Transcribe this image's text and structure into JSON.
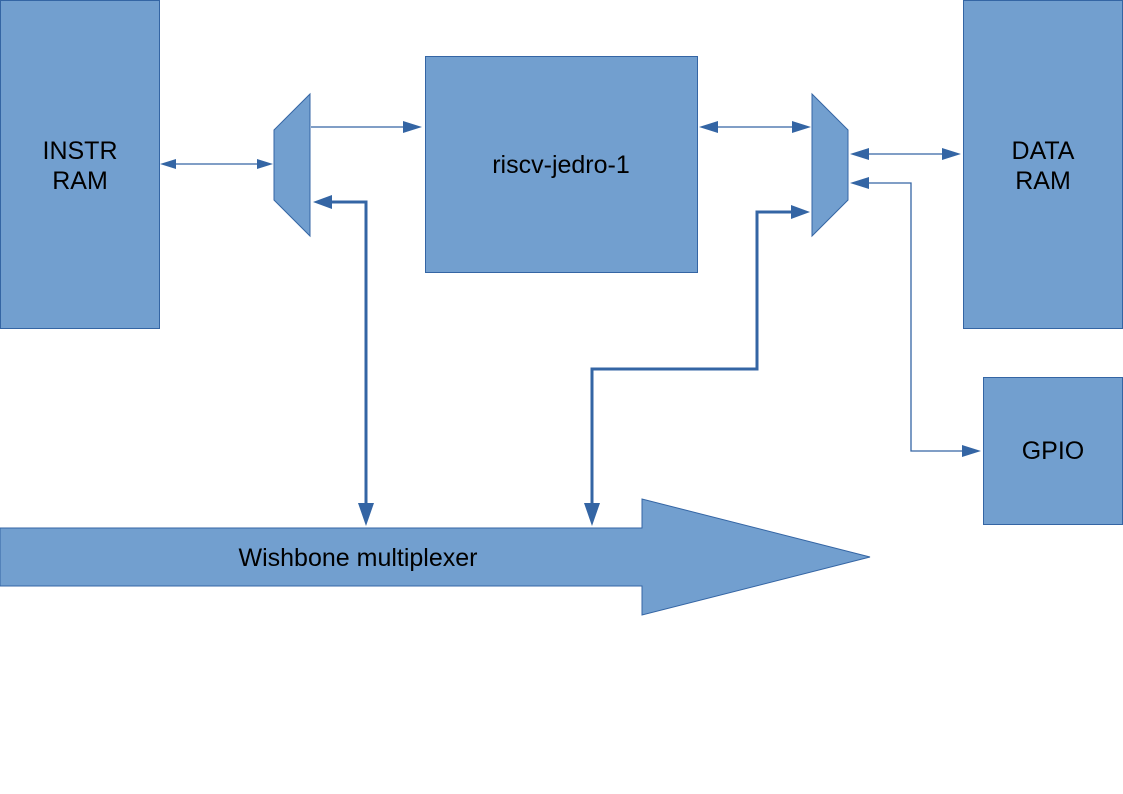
{
  "blocks": {
    "instr_ram": {
      "line1": "INSTR",
      "line2": "RAM"
    },
    "cpu": {
      "label": "riscv-jedro-1"
    },
    "data_ram": {
      "line1": "DATA",
      "line2": "RAM"
    },
    "gpio": {
      "label": "GPIO"
    },
    "bus": {
      "label": "Wishbone multiplexer"
    }
  },
  "colors": {
    "block_fill": "#729fcf",
    "block_stroke": "#3465a4",
    "arrow": "#3465a4"
  }
}
